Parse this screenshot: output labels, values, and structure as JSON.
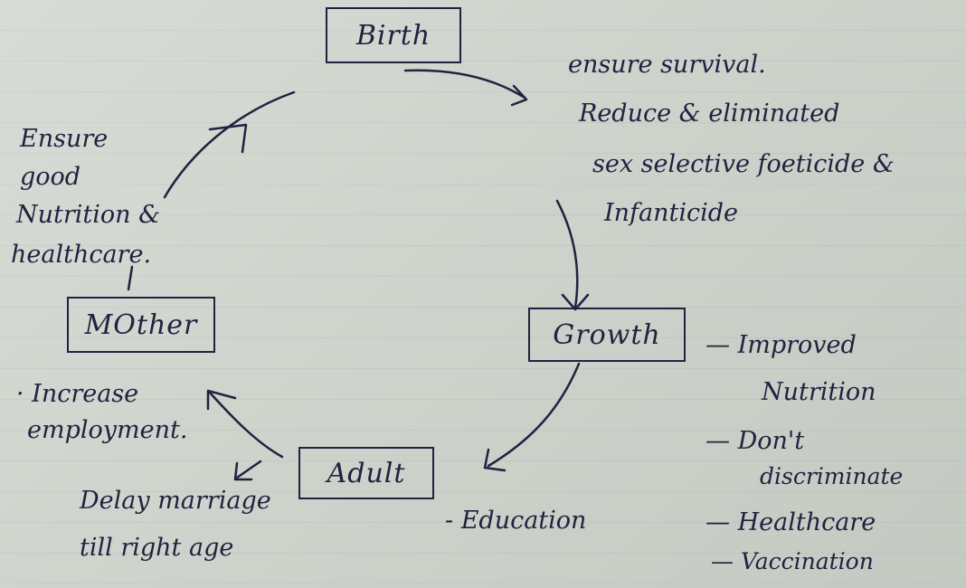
{
  "nodes": {
    "birth": "Birth",
    "growth": "Growth",
    "adult": "Adult",
    "mother": "MOther"
  },
  "notes": {
    "birth_line1": "ensure survival.",
    "birth_line2": "Reduce & eliminated",
    "birth_line3": "sex selective foeticide &",
    "birth_line4": "Infanticide",
    "mother_line1": "Ensure",
    "mother_line2": "good",
    "mother_line3": "Nutrition &",
    "mother_line4": "healthcare.",
    "adult_left_line1": "· Increase",
    "adult_left_line2": "employment.",
    "adult_below_line1": "Delay marriage",
    "adult_below_line2": "till right age",
    "adult_right": "- Education",
    "growth_1a": "— Improved",
    "growth_1b": "Nutrition",
    "growth_2a": "— Don't",
    "growth_2b": "discriminate",
    "growth_3": "— Healthcare",
    "growth_4": "— Vaccination"
  },
  "colors": {
    "ink": "#1e2340",
    "paper": "#d4d8d1"
  }
}
